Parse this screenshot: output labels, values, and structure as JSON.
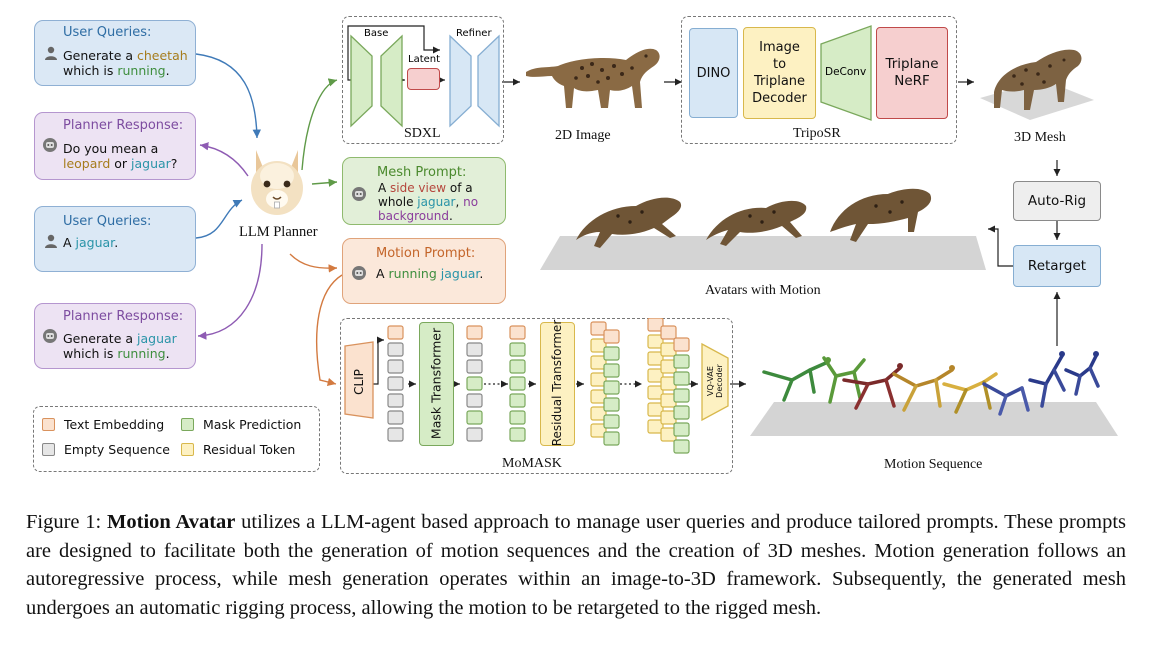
{
  "user_query_1": {
    "header": "User Queries:",
    "pre": "Generate a ",
    "word1": "cheetah",
    "mid": "which is ",
    "word2": "running",
    "post": "."
  },
  "planner_response_1": {
    "header": "Planner Response:",
    "pre": "Do you mean a",
    "word1": "leopard",
    "mid": " or ",
    "word2": "jaguar",
    "post": "?"
  },
  "user_query_2": {
    "header": "User Queries:",
    "pre": "A ",
    "word1": "jaguar",
    "post": "."
  },
  "planner_response_2": {
    "header": "Planner Response:",
    "pre": "Generate a ",
    "word1": "jaguar",
    "mid": "which is ",
    "word2": "running",
    "post": "."
  },
  "llm_planner_label": "LLM Planner",
  "mesh_prompt": {
    "header": "Mesh Prompt:",
    "pre": "A ",
    "word1": "side view",
    "mid1": " of a",
    "line2_pre": "whole ",
    "word2": "jaguar",
    "mid2": ", ",
    "word3": "no",
    "word4": "background",
    "post": "."
  },
  "motion_prompt": {
    "header": "Motion Prompt:",
    "pre": "A ",
    "word1": "running",
    "mid": " ",
    "word2": "jaguar",
    "post": "."
  },
  "sdxl": {
    "label": "SDXL",
    "base": "Base",
    "refiner": "Refiner",
    "latent": "Latent"
  },
  "image_2d_label": "2D Image",
  "triposr": {
    "label": "TripoSR",
    "dino": "DINO",
    "decoder_l1": "Image",
    "decoder_l2": "to",
    "decoder_l3": "Triplane",
    "decoder_l4": "Decoder",
    "deconv": "DeConv",
    "nerf_l1": "Triplane",
    "nerf_l2": "NeRF"
  },
  "mesh_3d_label": "3D Mesh",
  "auto_rig": "Auto-Rig",
  "retarget": "Retarget",
  "avatars_label": "Avatars with Motion",
  "momask": {
    "label": "MoMASK",
    "clip": "CLIP",
    "mask_transformer": "Mask Transformer",
    "residual_transformer": "Residual Transformer",
    "vqvae_l1": "VQ-VAE",
    "vqvae_l2": "Decoder"
  },
  "motion_sequence_label": "Motion Sequence",
  "legend": {
    "text_embedding": "Text Embedding",
    "mask_prediction": "Mask Prediction",
    "empty_sequence": "Empty Sequence",
    "residual_token": "Residual Token"
  },
  "caption": {
    "prefix": "Figure 1:  ",
    "bold": "Motion Avatar",
    "body": " utilizes a LLM-agent based approach to manage user queries and produce tailored prompts.  These prompts are designed to facilitate both the generation of motion sequences and the creation of 3D meshes. Motion generation follows an autoregressive process, while mesh generation operates within an image-to-3D framework. Subsequently, the generated mesh undergoes an automatic rigging process, allowing the motion to be retargeted to the rigged mesh."
  },
  "colors": {
    "query_blue": "#dbe8f5",
    "planner_purple": "#ede3f3",
    "mesh_green": "#e2efd8",
    "motion_orange": "#fbe8da",
    "text_embedding": "#fbe2cf",
    "mask_prediction": "#d6ecc6",
    "empty_sequence": "#e6e6e6",
    "residual_token": "#fdf1c2",
    "word_brown": "#a67c1c",
    "word_green": "#3e8e3e",
    "word_teal": "#2a94a8",
    "word_red": "#b5463c",
    "word_purple": "#8a3d9c"
  }
}
